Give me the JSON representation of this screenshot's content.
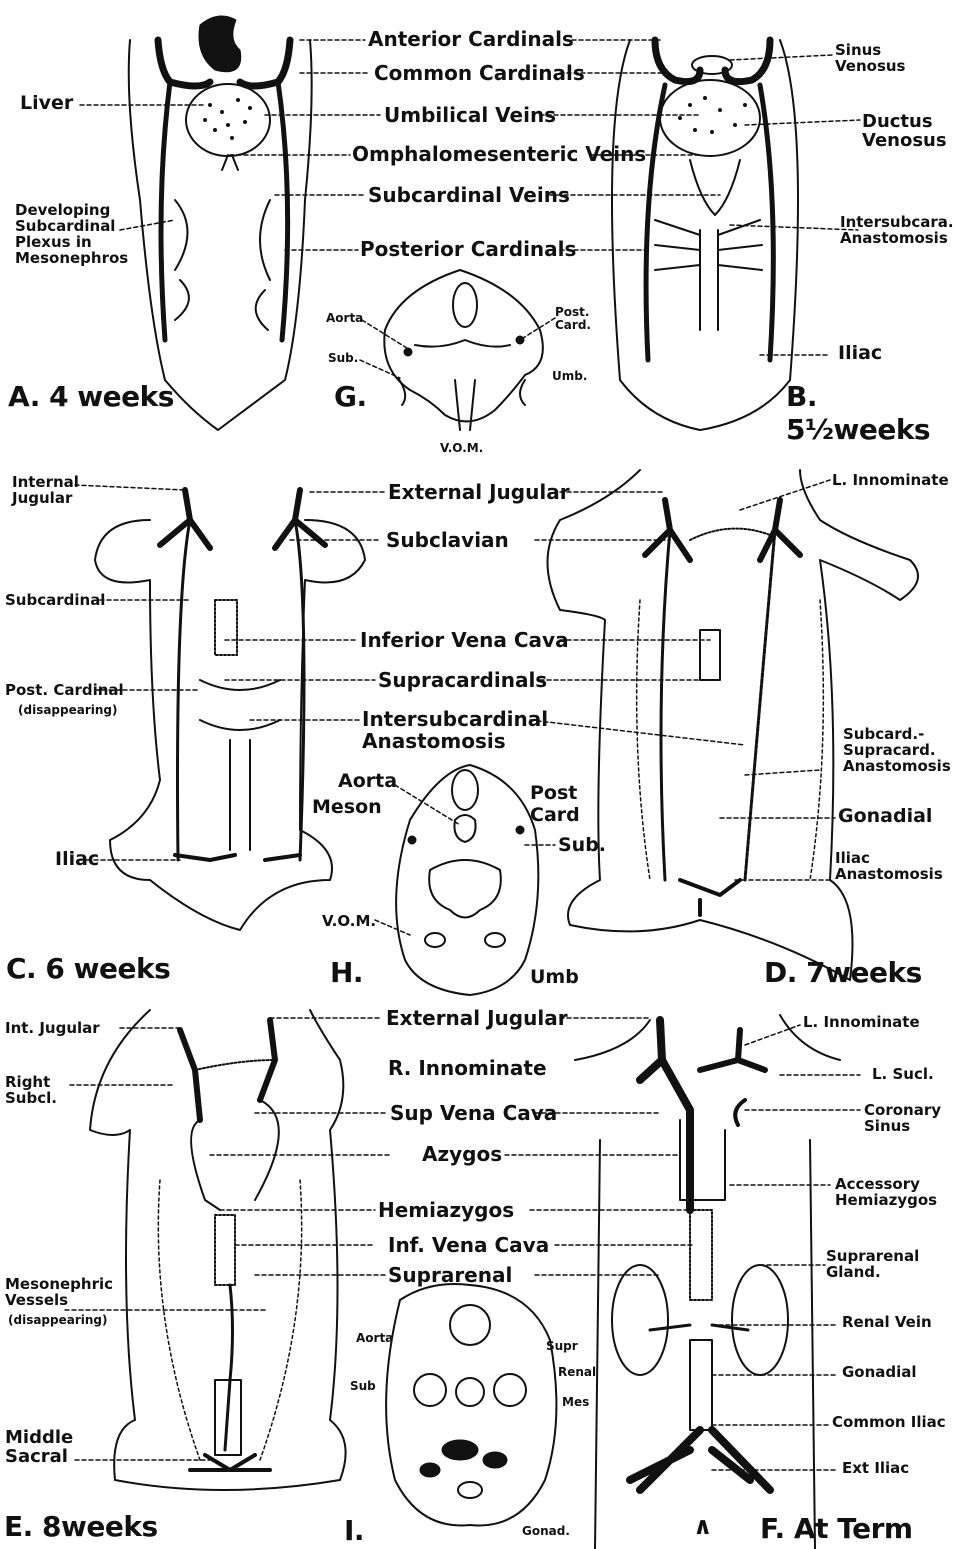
{
  "center_labels": {
    "anterior_cardinals": "Anterior Cardinals",
    "common_cardinals": "Common Cardinals",
    "umbilical_veins": "Umbilical Veins",
    "omphalomesenteric_veins": "Omphalomesenteric Veins",
    "subcardinal_veins": "Subcardinal Veins",
    "posterior_cardinals": "Posterior Cardinals",
    "external_jugular_1": "External Jugular",
    "subclavian": "Subclavian",
    "inferior_vena_cava": "Inferior Vena Cava",
    "supracardinals": "Supracardinals",
    "intersubcardinal": "Intersubcardinal\nAnastomosis",
    "external_jugular_2": "External Jugular",
    "r_innominate": "R. Innominate",
    "sup_vena_cava": "Sup Vena Cava",
    "azygos": "Azygos",
    "hemiazygos": "Hemiazygos",
    "inf_vena_cava": "Inf. Vena Cava",
    "suprarenal": "Suprarenal"
  },
  "left_labels": {
    "liver": "Liver",
    "developing_plexus": "Developing\nSubcardinal\nPlexus in\nMesonephros",
    "internal_jugular": "Internal\nJugular",
    "subcardinal": "Subcardinal",
    "post_cardinal": "Post. Cardinal",
    "disappearing_1": "(disappearing)",
    "iliac_c": "Iliac",
    "int_jugular": "Int. Jugular",
    "right_subcl": "Right\nSubcl.",
    "mesonephric_vessels": "Mesonephric\nVessels",
    "disappearing_2": "(disappearing)",
    "middle_sacral": "Middle\nSacral"
  },
  "right_labels": {
    "sinus_venosus": "Sinus\nVenosus",
    "ductus_venosus": "Ductus\nVenosus",
    "intersubcard": "Intersubcara.\nAnastomosis",
    "iliac_b": "Iliac",
    "l_innominate_d": "L. Innominate",
    "subcard_supracard": "Subcard.-\nSupracard.\nAnastomosis",
    "gonadial_d": "Gonadial",
    "iliac_anastomosis": "Iliac\nAnastomosis",
    "l_innominate_f": "L. Innominate",
    "l_sucl": "L. Sucl.",
    "coronary_sinus": "Coronary\nSinus",
    "accessory_hemiazygos": "Accessory\nHemiazygos",
    "suprarenal_gland": "Suprarenal\nGland.",
    "renal_vein": "Renal Vein",
    "gonadial_f": "Gonadial",
    "common_iliac": "Common Iliac",
    "ext_iliac": "Ext Iliac"
  },
  "section_g": {
    "aorta": "Aorta",
    "post_card": "Post.\nCard.",
    "sub": "Sub.",
    "umb": "Umb.",
    "vom": "V.O.M."
  },
  "section_h": {
    "aorta": "Aorta",
    "meson": "Meson",
    "post_card": "Post\nCard",
    "sub": "Sub.",
    "vom": "V.O.M.",
    "umb": "Umb"
  },
  "section_i": {
    "aorta": "Aorta",
    "supr": "Supr",
    "renal": "Renal",
    "mes": "Mes",
    "sub": "Sub",
    "gonad": "Gonad."
  },
  "panels": {
    "a": "A. 4 weeks",
    "b": "B. 5½weeks",
    "c": "C. 6 weeks",
    "d": "D. 7weeks",
    "e": "E. 8weeks",
    "f": "F. At Term",
    "g": "G.",
    "h": "H.",
    "i": "I."
  },
  "bottom_mark": "∧"
}
